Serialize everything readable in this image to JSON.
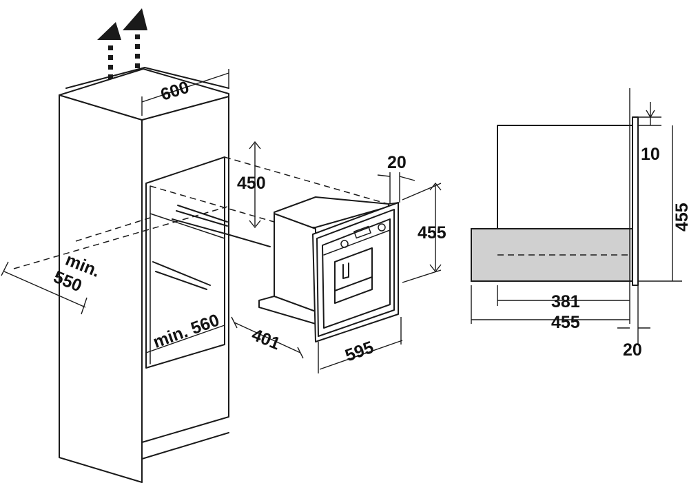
{
  "colors": {
    "ink": "#1a1a1a",
    "panel_grey": "#d0d0d0",
    "background": "#ffffff"
  },
  "icons": {
    "airflow": "arrow-up-icon"
  },
  "labels": {
    "cabinet_width": "600",
    "appliance_gap_height": "450",
    "front_panel_thickness": "20",
    "appliance_height": "455",
    "niche_depth": "min.\n550",
    "niche_depth_line1": "min.",
    "niche_depth_line2": "550",
    "niche_width": "min. 560",
    "body_depth": "401",
    "appliance_width": "595",
    "side_top_offset": "10",
    "side_height": "455",
    "side_body_depth": "381",
    "side_total_depth": "455",
    "side_panel_thickness": "20"
  }
}
